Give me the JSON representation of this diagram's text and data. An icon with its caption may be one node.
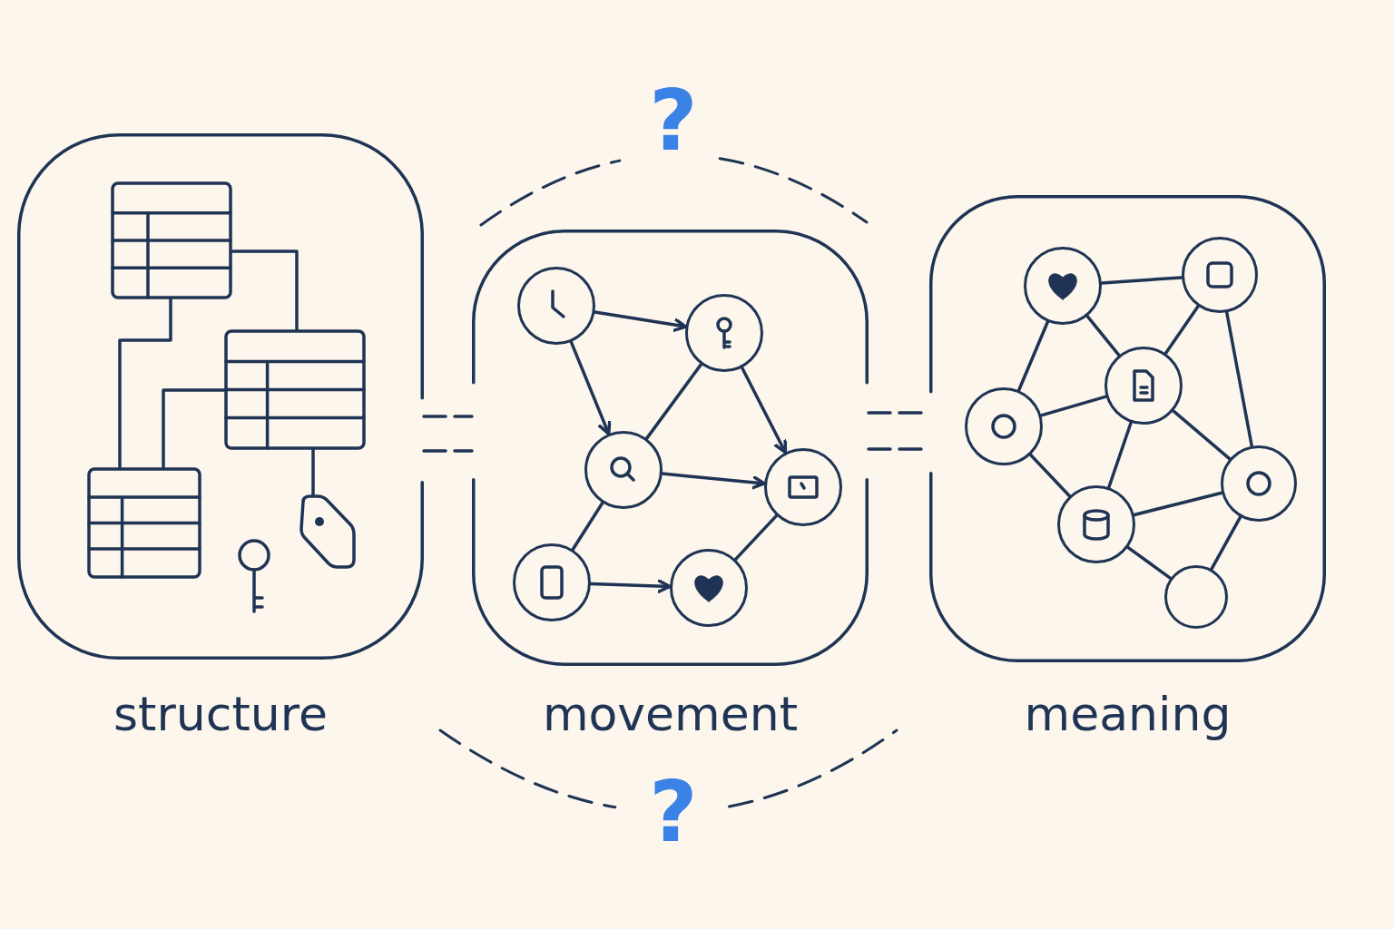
{
  "diagram": {
    "nodes": [
      {
        "text": [
          "structure"
        ]
      },
      {
        "text": [],
        "shape": "table",
        "in": 0
      },
      {
        "text": [],
        "shape": "table",
        "in": 0
      },
      {
        "text": [],
        "shape": "table",
        "in": 0
      },
      {
        "text": [],
        "shape": "tag",
        "in": 0
      },
      {
        "text": [
          "movement"
        ]
      },
      {
        "text": [],
        "shape": "circle",
        "in": 5
      },
      {
        "text": [],
        "shape": "circle",
        "in": 5
      },
      {
        "text": [],
        "shape": "circle",
        "in": 5
      },
      {
        "text": [],
        "shape": "circle",
        "in": 5
      },
      {
        "text": [],
        "shape": "circle",
        "in": 5
      },
      {
        "text": [],
        "shape": "circle",
        "in": 5
      },
      {
        "text": [
          "meaning"
        ]
      },
      {
        "text": [],
        "shape": "circle",
        "in": 12
      },
      {
        "text": [],
        "shape": "circle",
        "in": 12
      },
      {
        "text": [],
        "shape": "circle",
        "in": 12
      },
      {
        "text": [],
        "shape": "circle",
        "in": 12
      },
      {
        "text": [],
        "shape": "circle",
        "in": 12
      },
      {
        "text": [],
        "shape": "circle",
        "in": 12
      },
      {
        "text": [],
        "shape": "circle",
        "in": 12
      }
    ],
    "edges": [
      {
        "from": 1,
        "to": 2,
        "arrow": "none"
      },
      {
        "from": 1,
        "to": 3,
        "arrow": "none"
      },
      {
        "from": 2,
        "to": 3,
        "arrow": "none"
      },
      {
        "from": 2,
        "to": 4,
        "arrow": "none"
      },
      {
        "from": 6,
        "to": 7,
        "arrow": "to"
      },
      {
        "from": 6,
        "to": 8,
        "arrow": "to"
      },
      {
        "from": 7,
        "to": 8,
        "arrow": "none"
      },
      {
        "from": 7,
        "to": 9,
        "arrow": "to"
      },
      {
        "from": 8,
        "to": 9,
        "arrow": "to"
      },
      {
        "from": 8,
        "to": 10,
        "arrow": "none"
      },
      {
        "from": 10,
        "to": 11,
        "arrow": "to"
      },
      {
        "from": 11,
        "to": 9,
        "arrow": "none"
      },
      {
        "from": 13,
        "to": 14,
        "arrow": "none"
      },
      {
        "from": 13,
        "to": 15,
        "arrow": "none"
      },
      {
        "from": 13,
        "to": 16,
        "arrow": "none"
      },
      {
        "from": 14,
        "to": 15,
        "arrow": "none"
      },
      {
        "from": 14,
        "to": 17,
        "arrow": "none"
      },
      {
        "from": 15,
        "to": 16,
        "arrow": "none"
      },
      {
        "from": 15,
        "to": 18,
        "arrow": "none"
      },
      {
        "from": 15,
        "to": 17,
        "arrow": "none"
      },
      {
        "from": 16,
        "to": 18,
        "arrow": "none"
      },
      {
        "from": 18,
        "to": 17,
        "arrow": "none"
      },
      {
        "from": 18,
        "to": 19,
        "arrow": "none"
      },
      {
        "from": 17,
        "to": 19,
        "arrow": "none"
      },
      {
        "from": 0,
        "to": 5,
        "arrow": "none",
        "style": "dashed"
      },
      {
        "from": 0,
        "to": 5,
        "arrow": "none",
        "style": "dashed"
      },
      {
        "from": 5,
        "to": 12,
        "arrow": "none",
        "style": "dashed"
      },
      {
        "from": 5,
        "to": 12,
        "arrow": "none",
        "style": "dashed"
      }
    ],
    "labels": [
      "?",
      "?"
    ]
  }
}
